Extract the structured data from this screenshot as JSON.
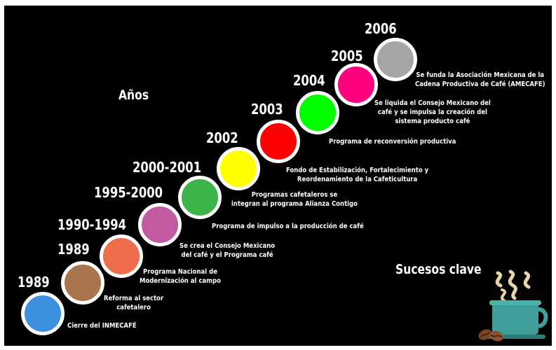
{
  "heading_years": "Años",
  "heading_events": "Sucesos clave",
  "colors": {
    "background": "#000000",
    "text": "#ffffff",
    "circle_border": "#ffffff"
  },
  "events": [
    {
      "year": "1989",
      "color": "#3d8fe0",
      "lines": [
        "Cierre del INMECAFÉ"
      ]
    },
    {
      "year": "1989",
      "color": "#a9754f",
      "lines": [
        "Reforma al sector",
        "cafetalero"
      ]
    },
    {
      "year": "1990-1994",
      "color": "#ef6d4b",
      "lines": [
        "Programa Nacional de",
        "Modernización al campo"
      ]
    },
    {
      "year": "1995-2000",
      "color": "#c25aa2",
      "lines": [
        "Se crea el Consejo Mexicano",
        "del café y el Programa café"
      ]
    },
    {
      "year": "2000-2001",
      "color": "#3bb54a",
      "lines": [
        "Programa de impulso a la producción de café"
      ]
    },
    {
      "year": "2002",
      "color": "#ffff00",
      "lines": [
        "Programas  cafetaleros se",
        "integran al programa Alianza Contigo"
      ]
    },
    {
      "year": "2003",
      "color": "#ff0000",
      "lines": [
        "Fondo de Estabilización, Fortalecimiento y",
        "Reordenamiento de la Cafeticultura"
      ]
    },
    {
      "year": "2004",
      "color": "#00ff00",
      "lines": [
        "Programa de  reconversión  productiva"
      ]
    },
    {
      "year": "2005",
      "color": "#ff007f",
      "lines": [
        "Se liquida el Consejo Mexicano del",
        "café y se impulsa la creación del",
        "sistema producto café"
      ]
    },
    {
      "year": "2006",
      "color": "#a6a6a6",
      "lines": [
        "Se funda la Asociación Mexicana de la",
        "Cadena Productiva de Café (AMECAFE)"
      ]
    }
  ],
  "icon": "coffee-cup-icon"
}
